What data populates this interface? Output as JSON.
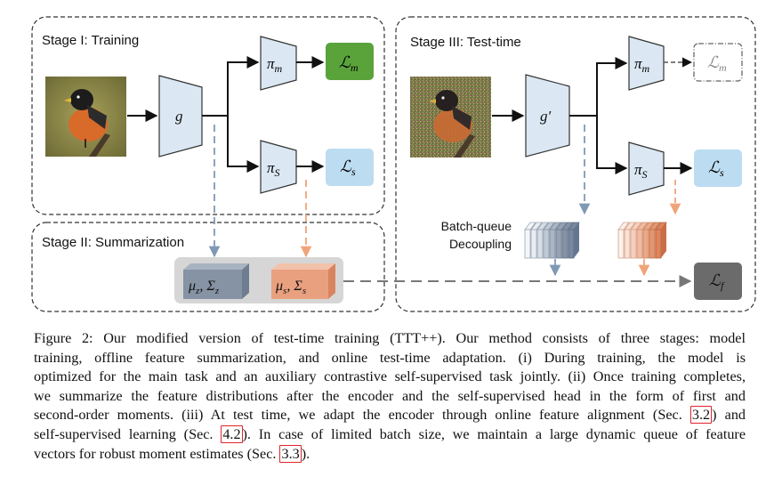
{
  "figure": {
    "stage1_title": "Stage I: Training",
    "stage2_title": "Stage II: Summarization",
    "stage3_title": "Stage III: Test-time",
    "encoder_train": "g",
    "encoder_test": "g′",
    "head_main": "π",
    "head_main_sub": "m",
    "head_ssl": "π",
    "head_ssl_sub": "S",
    "loss_main": "ℒ",
    "loss_main_sub": "m",
    "loss_ssl": "ℒ",
    "loss_ssl_sub": "s",
    "loss_feat": "ℒ",
    "loss_feat_sub": "f",
    "moments_z": "μ",
    "moments_z_sub": "z",
    "moments_z_sigma": ", Σ",
    "moments_z_sigma_sub": "z",
    "moments_s": "μ",
    "moments_s_sub": "s",
    "moments_s_sigma": ", Σ",
    "moments_s_sigma_sub": "s",
    "queue_label_1": "Batch-queue",
    "queue_label_2": "Decoupling",
    "colors": {
      "loss_main": "#5aa33b",
      "loss_ssl": "#bcdcf1",
      "loss_feat": "#6b6b6b",
      "stage2_bg": "#d6d6d6",
      "box_z": "#8593a4",
      "box_s": "#e9a07f",
      "arrow_blue": "#7f99b5",
      "arrow_orange": "#f0a479"
    }
  },
  "caption": {
    "line1": "Figure 2: Our modified version of test-time training (TTT++). Our method consists of three stages: model",
    "line2": "training, offline feature summarization, and online test-time adaptation. (i) During training, the model is",
    "line3": "optimized for the main task and an auxiliary contrastive self-supervised task jointly. (ii) Once training completes,",
    "line4": "we summarize the feature distributions after the encoder and the self-supervised head in the form of first and",
    "line5a": "second-order moments. (iii) At test time, we adapt the encoder through online feature alignment (Sec.",
    "ref1": "3.2",
    "line5b": ") and",
    "line6a": "self-supervised learning (Sec.",
    "ref2": "4.2",
    "line6b": "). In case of limited batch size, we maintain a large dynamic queue of feature",
    "line7a": "vectors for robust moment estimates (Sec.",
    "ref3": "3.3",
    "line7b": ")."
  }
}
